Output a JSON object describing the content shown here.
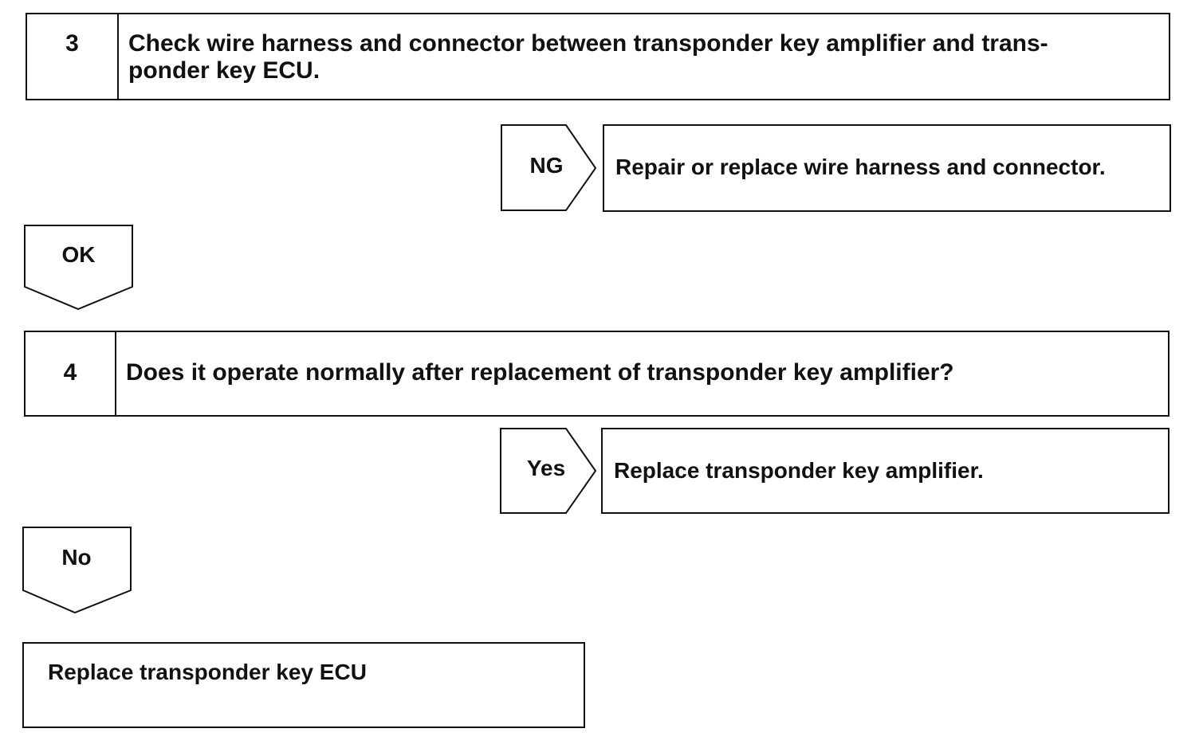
{
  "steps": [
    {
      "number": "3",
      "text_line1": "Check wire harness and connector between transponder key amplifier and trans-",
      "text_line2": "ponder key ECU."
    },
    {
      "number": "4",
      "text": "Does it operate normally after replacement of transponder key amplifier?"
    }
  ],
  "branches": {
    "step3_ng": {
      "label": "NG",
      "result": "Repair or replace wire harness and connector."
    },
    "step3_ok": {
      "label": "OK"
    },
    "step4_yes": {
      "label": "Yes",
      "result": "Replace transponder key amplifier."
    },
    "step4_no": {
      "label": "No"
    }
  },
  "final": {
    "text": "Replace transponder key ECU"
  }
}
